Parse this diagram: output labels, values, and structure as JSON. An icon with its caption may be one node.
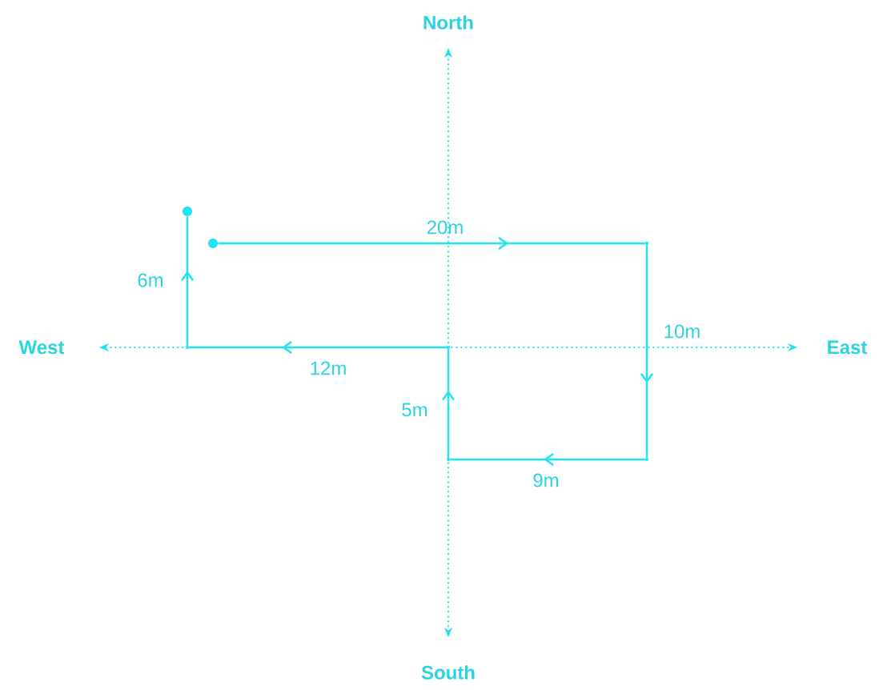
{
  "diagram": {
    "nodes": [
      {
        "text": [],
        "shape": "dot"
      },
      {
        "text": [],
        "shape": "dot"
      },
      {
        "text": [],
        "shape": "point"
      },
      {
        "text": [],
        "shape": "point"
      },
      {
        "text": [],
        "shape": "point"
      },
      {
        "text": [],
        "shape": "point"
      },
      {
        "text": [],
        "shape": "point"
      }
    ],
    "edges": [
      {
        "from": 1,
        "to": 2,
        "arrow": "to",
        "label": "20m"
      },
      {
        "from": 2,
        "to": 3,
        "arrow": "to",
        "label": "10m"
      },
      {
        "from": 3,
        "to": 4,
        "arrow": "to",
        "label": "9m"
      },
      {
        "from": 4,
        "to": 5,
        "arrow": "to",
        "label": "5m"
      },
      {
        "from": 5,
        "to": 6,
        "arrow": "to",
        "label": "12m"
      },
      {
        "from": 6,
        "to": 0,
        "arrow": "to",
        "label": "6m"
      }
    ],
    "labels": [
      "North",
      "West",
      "East",
      "South"
    ]
  }
}
